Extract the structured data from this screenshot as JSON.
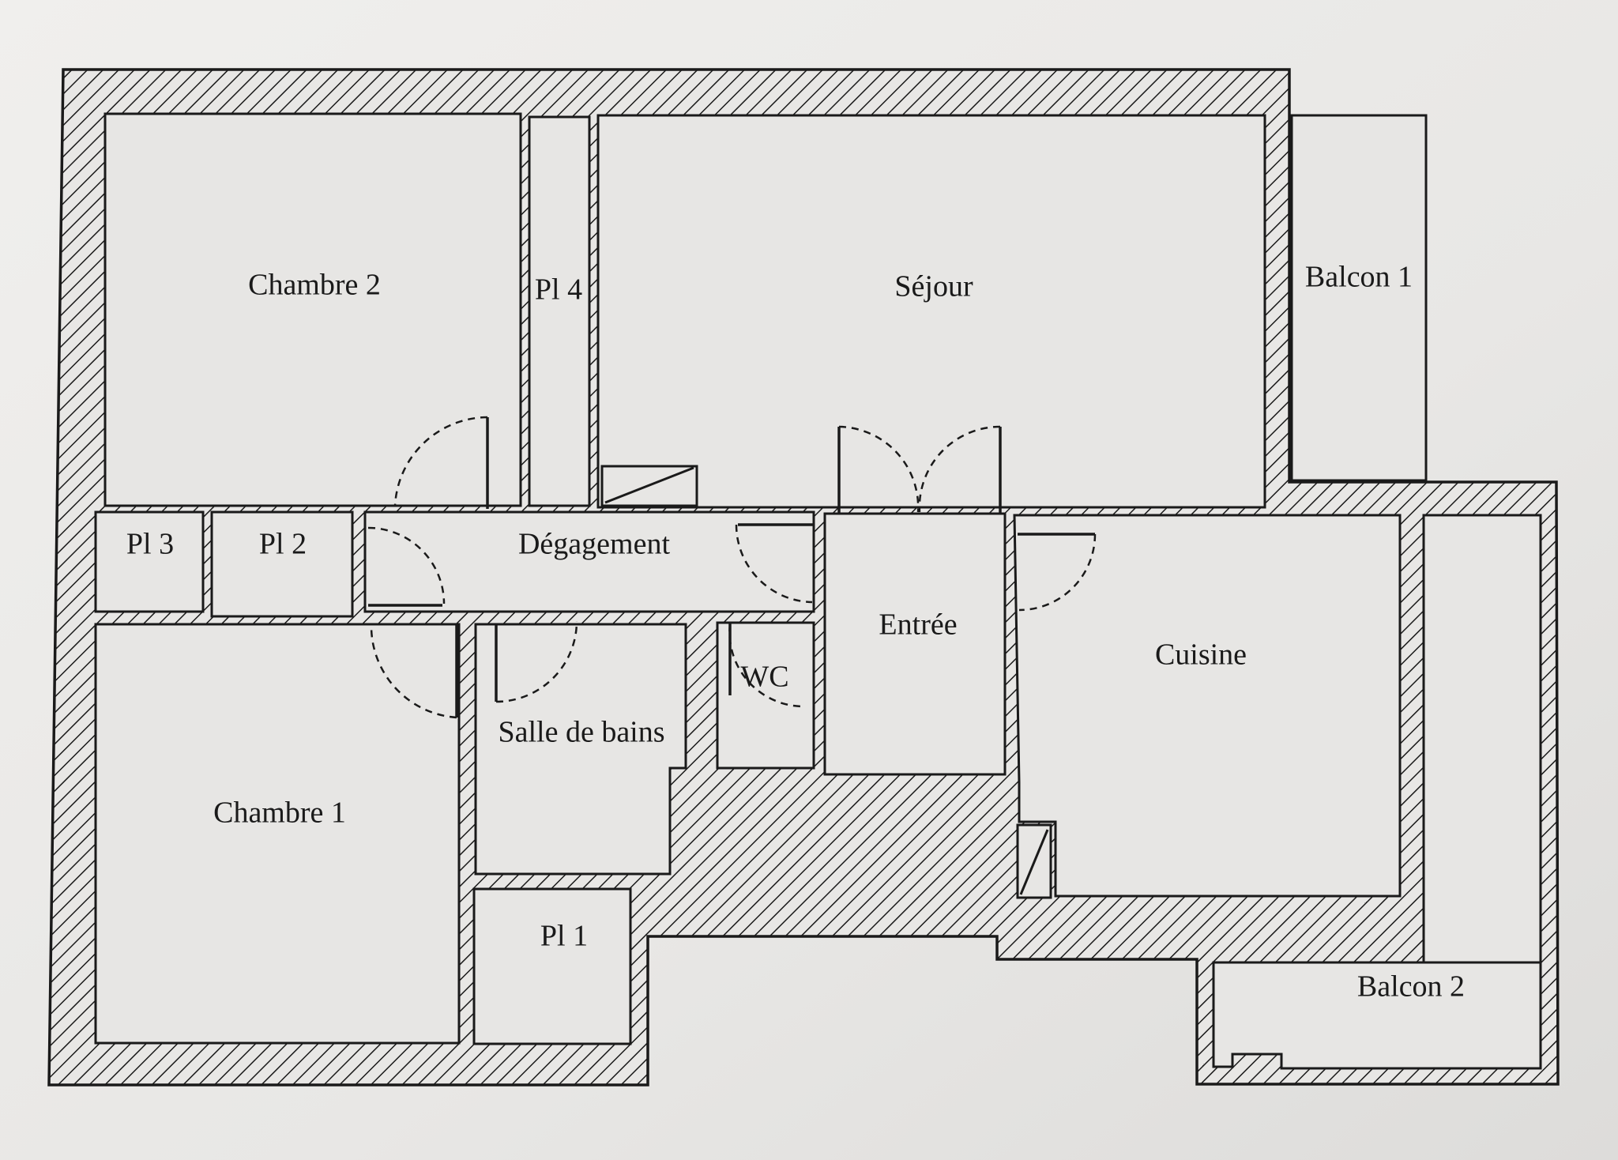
{
  "rooms": {
    "chambre_2": "Chambre 2",
    "pl4": "Pl 4",
    "sejour": "Séjour",
    "balcon_1": "Balcon 1",
    "pl3": "Pl 3",
    "pl2": "Pl 2",
    "degagement": "Dégagement",
    "entree": "Entrée",
    "cuisine": "Cuisine",
    "wc": "WC",
    "salle_de_bains": "Salle de bains",
    "chambre_1": "Chambre 1",
    "pl1": "Pl 1",
    "balcon_2": "Balcon 2"
  },
  "colors": {
    "paper": "#e9e8e6",
    "ink": "#1a1a1a"
  }
}
